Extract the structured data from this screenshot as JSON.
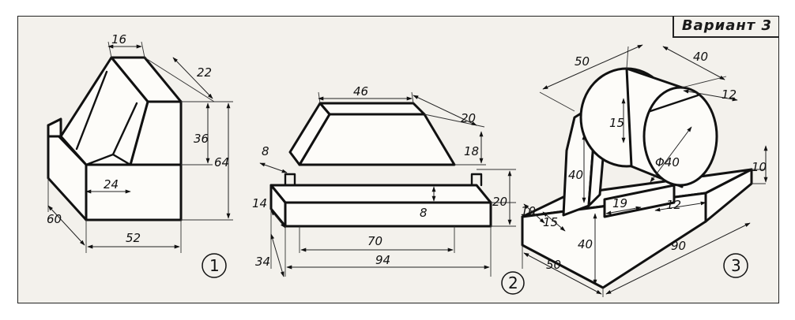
{
  "header": {
    "variant": "Вариант 3"
  },
  "figures": [
    {
      "number": "1",
      "dims": {
        "a": "16",
        "b": "22",
        "c": "36",
        "d": "64",
        "e": "24",
        "f": "60",
        "g": "52"
      }
    },
    {
      "number": "2",
      "dims": {
        "a": "46",
        "b": "20",
        "c": "18",
        "d": "20",
        "e": "8",
        "f": "8",
        "g": "14",
        "h": "70",
        "i": "94",
        "j": "34"
      }
    },
    {
      "number": "3",
      "dims": {
        "a": "50",
        "b": "40",
        "c": "12",
        "d": "15",
        "e": "Φ40",
        "f": "40",
        "g": "10",
        "h": "19",
        "i": "12",
        "j": "10",
        "k": "15",
        "l": "40",
        "m": "90",
        "n": "50"
      }
    }
  ],
  "colors": {
    "paper": "#f3f1ec",
    "line": "#111111"
  }
}
